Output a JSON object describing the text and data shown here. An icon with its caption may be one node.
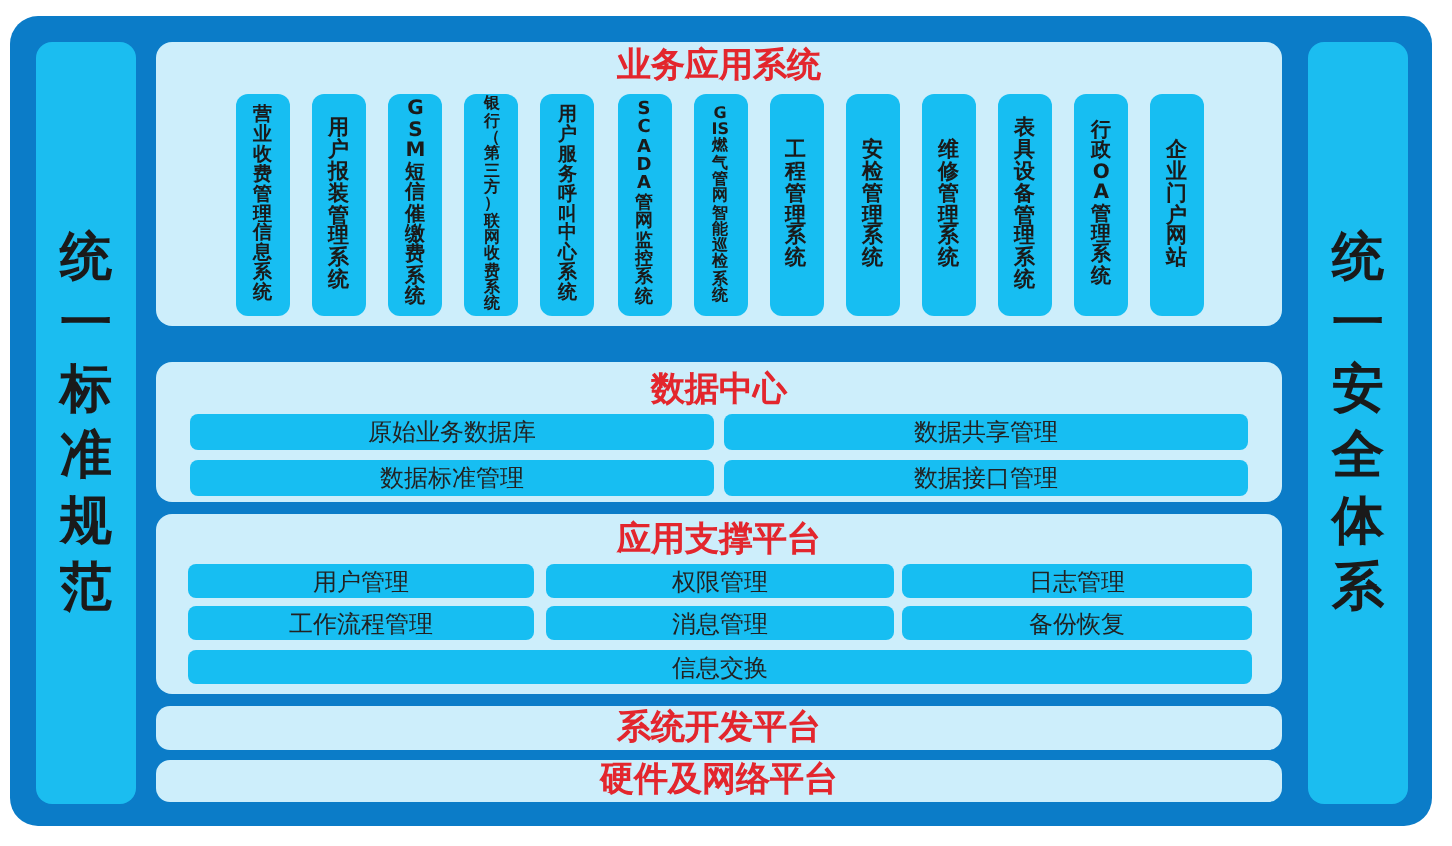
{
  "diagram": {
    "nodes": [
      {
        "text": [
          "统一标准规范"
        ]
      },
      {
        "text": [
          "业务应用系统"
        ]
      },
      {
        "text": [
          "营业收费管理信息系统"
        ],
        "in": 1
      },
      {
        "text": [
          "用户报装管理系统"
        ],
        "in": 1
      },
      {
        "text": [
          "GSM短信催缴费系统"
        ],
        "in": 1
      },
      {
        "text": [
          "银行（第三方）联网收费系统"
        ],
        "in": 1
      },
      {
        "text": [
          "用户服务呼叫中心系统"
        ],
        "in": 1
      },
      {
        "text": [
          "SCADA管网监控系统"
        ],
        "in": 1
      },
      {
        "text": [
          "GIS燃气管网智能巡检系统"
        ],
        "in": 1
      },
      {
        "text": [
          "工程管理系统"
        ],
        "in": 1
      },
      {
        "text": [
          "安检管理系统"
        ],
        "in": 1
      },
      {
        "text": [
          "维修管理系统"
        ],
        "in": 1
      },
      {
        "text": [
          "表具设备管理系统"
        ],
        "in": 1
      },
      {
        "text": [
          "行政OA管理系统"
        ],
        "in": 1
      },
      {
        "text": [
          "企业门户网站"
        ],
        "in": 1
      },
      {
        "text": [
          "数据中心"
        ]
      },
      {
        "text": [
          "原始业务数据库"
        ],
        "in": 15
      },
      {
        "text": [
          "数据共享管理"
        ],
        "in": 15
      },
      {
        "text": [
          "数据标准管理"
        ],
        "in": 15
      },
      {
        "text": [
          "数据接口管理"
        ],
        "in": 15
      },
      {
        "text": [
          "应用支撑平台"
        ]
      },
      {
        "text": [
          "用户管理"
        ],
        "in": 20
      },
      {
        "text": [
          "权限管理"
        ],
        "in": 20
      },
      {
        "text": [
          "日志管理"
        ],
        "in": 20
      },
      {
        "text": [
          "工作流程管理"
        ],
        "in": 20
      },
      {
        "text": [
          "消息管理"
        ],
        "in": 20
      },
      {
        "text": [
          "备份恢复"
        ],
        "in": 20
      },
      {
        "text": [
          "信息交换"
        ],
        "in": 20
      },
      {
        "text": [
          "系统开发平台"
        ]
      },
      {
        "text": [
          "硬件及网络平台"
        ]
      },
      {
        "text": [
          "统一安全体系"
        ]
      }
    ]
  }
}
